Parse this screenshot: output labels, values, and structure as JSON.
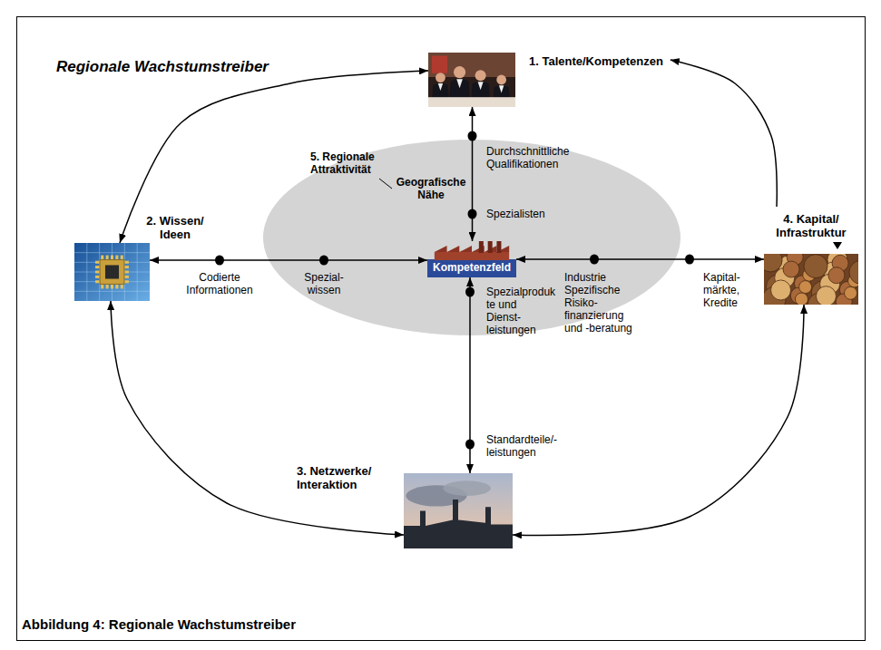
{
  "diagram": {
    "title": "Regionale Wachstumstreiber",
    "caption": "Abbildung 4: Regionale Wachstumstreiber",
    "nodes": [
      {
        "text": [
          "1. Talente/Kompetenzen"
        ]
      },
      {
        "text": [
          "2. Wissen/ Ideen"
        ]
      },
      {
        "text": [
          "5. Regionale Attraktivität",
          "Geografische Nähe"
        ]
      },
      {
        "text": [
          "Kompetenzfeld"
        ],
        "in": 2
      },
      {
        "text": [
          "4. Kapital/ Infrastruktur"
        ]
      },
      {
        "text": [
          "3. Netzwerke/ Interaktion"
        ]
      }
    ],
    "edges": [
      {
        "from": 0,
        "to": 3,
        "arrow": "both"
      },
      {
        "from": 1,
        "to": 3,
        "arrow": "both"
      },
      {
        "from": 4,
        "to": 3,
        "arrow": "both"
      },
      {
        "from": 5,
        "to": 3,
        "arrow": "both"
      },
      {
        "from": 0,
        "to": 1,
        "arrow": "both"
      },
      {
        "from": 1,
        "to": 5,
        "arrow": "both"
      },
      {
        "from": 5,
        "to": 4,
        "arrow": "both"
      },
      {
        "from": 4,
        "to": 0,
        "arrow": "to"
      }
    ],
    "labels": [
      "Durchschnittliche Qualifikationen",
      "Spezialisten",
      "Codierte Informationen",
      "Spezial- wissen",
      "Industrie Spezifische Risiko- finanzierung und -beratung",
      "Kapital- märkte, Kredite",
      "Spezialproduk te und Dienst- leistungen",
      "Standardteile/- leistungen"
    ]
  }
}
